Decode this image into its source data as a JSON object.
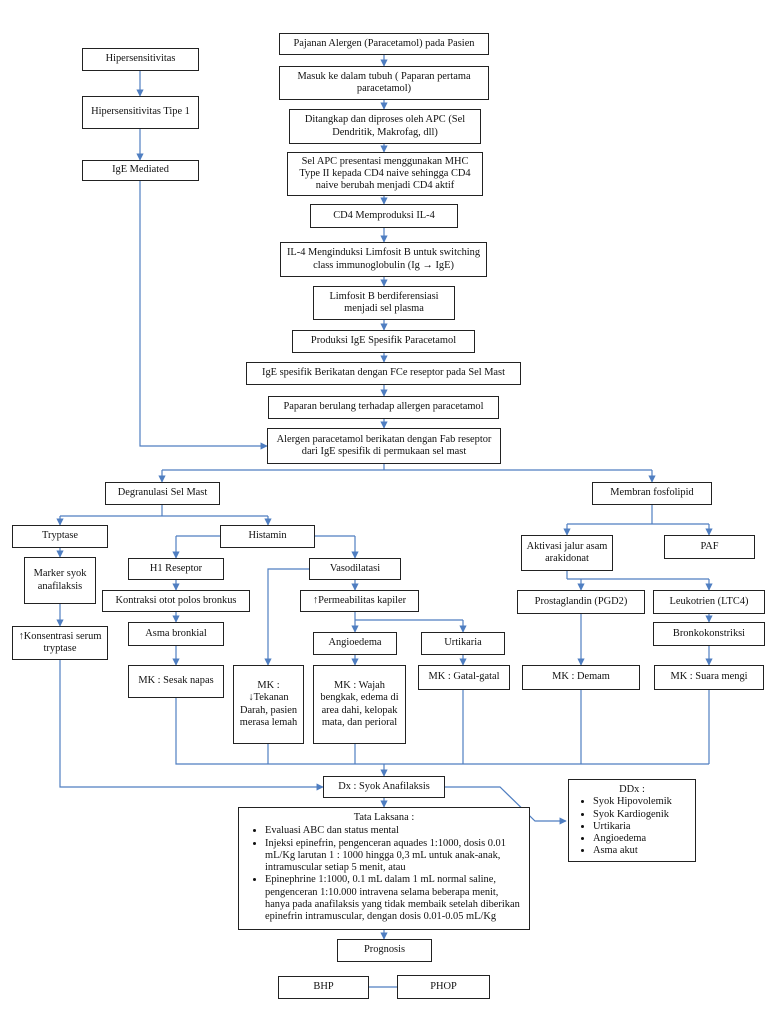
{
  "nodes": {
    "hipersensitivitas": "Hipersensitivitas",
    "hipersensitivitas_tipe1": "Hipersensitivitas Tipe 1",
    "ige_mediated": "IgE Mediated",
    "pajanan": "Pajanan Alergen (Paracetamol) pada Pasien",
    "masuk": "Masuk ke dalam tubuh ( Paparan pertama paracetamol)",
    "ditangkap": "Ditangkap dan diproses oleh APC (Sel Dendritik, Makrofag, dll)",
    "sel_apc": "Sel APC presentasi menggunakan MHC Type II kepada CD4 naive sehingga CD4 naive berubah menjadi CD4 aktif",
    "cd4": "CD4 Memproduksi IL-4",
    "il4": "IL-4 Menginduksi Limfosit B untuk switching class immunoglobulin (Ig → IgE)",
    "limfosit": "Limfosit B berdiferensiasi menjadi sel plasma",
    "produksi": "Produksi IgE Spesifik Paracetamol",
    "ige_spesifik": "IgE spesifik Berikatan dengan FCe reseptor  pada Sel Mast",
    "paparan_berulang": "Paparan berulang terhadap allergen paracetamol",
    "alergen_ikatan": "Alergen paracetamol berikatan dengan Fab reseptor dari IgE spesifik di permukaan sel mast",
    "degranulasi": "Degranulasi Sel Mast",
    "membran": "Membran fosfolipid",
    "tryptase": "Tryptase",
    "histamin": "Histamin",
    "marker": "Marker syok anafilaksis",
    "konsentrasi": "↑Konsentrasi serum tryptase",
    "h1": "H1 Reseptor",
    "kontraksi": "Kontraksi otot polos bronkus",
    "asma": "Asma bronkial",
    "mk_sesak": "MK : Sesak napas",
    "vasodilatasi": "Vasodilatasi",
    "permeabilitas": "↑Permeabilitas kapiler",
    "mk_tekanan": "MK : ↓Tekanan Darah, pasien merasa lemah",
    "angioedema": "Angioedema",
    "urtikaria": "Urtikaria",
    "mk_wajah": "MK : Wajah bengkak, edema di area dahi, kelopak mata, dan perioral",
    "mk_gatal": "MK : Gatal-gatal",
    "aktivasi": "Aktivasi jalur asam arakidonat",
    "paf": "PAF",
    "prostaglandin": "Prostaglandin (PGD2)",
    "leukotrien": "Leukotrien (LTC4)",
    "bronkokonstriksi": "Bronkokonstriksi",
    "mk_demam": "MK : Demam",
    "mk_suara": "MK : Suara mengi",
    "dx": "Dx : Syok Anafilaksis",
    "prognosis": "Prognosis",
    "bhp": "BHP",
    "phop": "PHOP"
  },
  "tata_laksana": {
    "title": "Tata Laksana :",
    "items": [
      "Evaluasi ABC dan status mental",
      "Injeksi epinefrin, pengenceran aquades 1:1000, dosis 0.01 mL/Kg larutan 1 : 1000 hingga 0,3 mL untuk anak-anak, intramuscular setiap 5 menit, atau",
      "Epinephrine 1:1000, 0.1 mL dalam 1 mL normal saline, pengenceran 1:10.000 intravena selama beberapa menit, hanya pada anafilaksis yang tidak membaik setelah diberikan epinefrin intramuscular, dengan dosis 0.01-0.05 mL/Kg"
    ]
  },
  "ddx": {
    "title": "DDx :",
    "items": [
      "Syok Hipovolemik",
      "Syok Kardiogenik",
      "Urtikaria",
      "Angioedema",
      "Asma akut"
    ]
  },
  "colors": {
    "arrow": "#4f7ec1",
    "border": "#222222"
  }
}
